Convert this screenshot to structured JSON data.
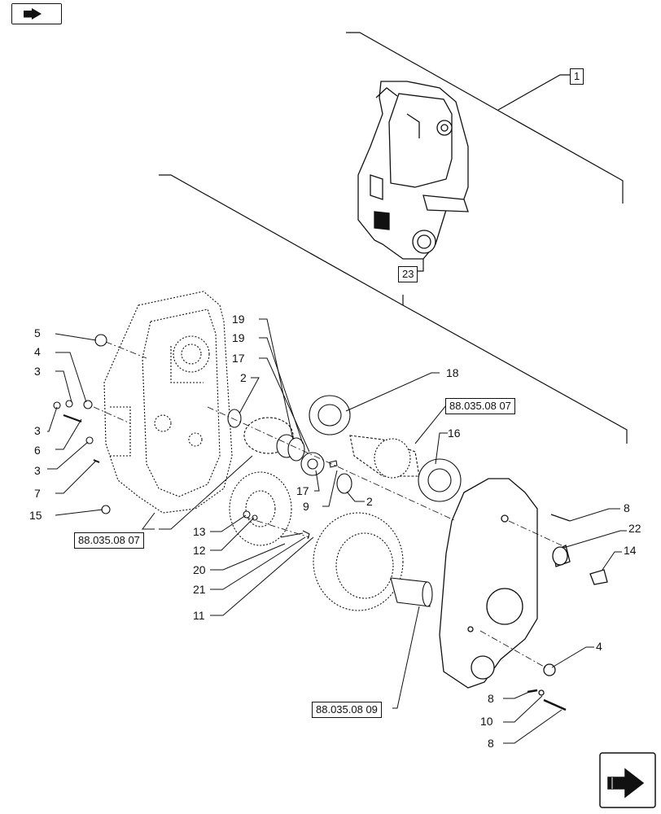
{
  "nav": {
    "back_icon": "arrow-left-icon",
    "forward_icon": "arrow-right-icon"
  },
  "callouts": {
    "c1": "1",
    "c23": "23",
    "c5": "5",
    "c4a": "4",
    "c3a": "3",
    "c3b": "3",
    "c6": "6",
    "c3c": "3",
    "c7": "7",
    "c15": "15",
    "c19a": "19",
    "c19b": "19",
    "c17a": "17",
    "c2a": "2",
    "c18": "18",
    "c16": "16",
    "c17b": "17",
    "c9": "9",
    "c2b": "2",
    "c13": "13",
    "c12": "12",
    "c20": "20",
    "c21": "21",
    "c11": "11",
    "c8a": "8",
    "c22": "22",
    "c14": "14",
    "c4b": "4",
    "c8b": "8",
    "c10": "10",
    "c8c": "8"
  },
  "references": {
    "ref_top": "88.035.08 07",
    "ref_left": "88.035.08 07",
    "ref_bottom": "88.035.08 09"
  }
}
